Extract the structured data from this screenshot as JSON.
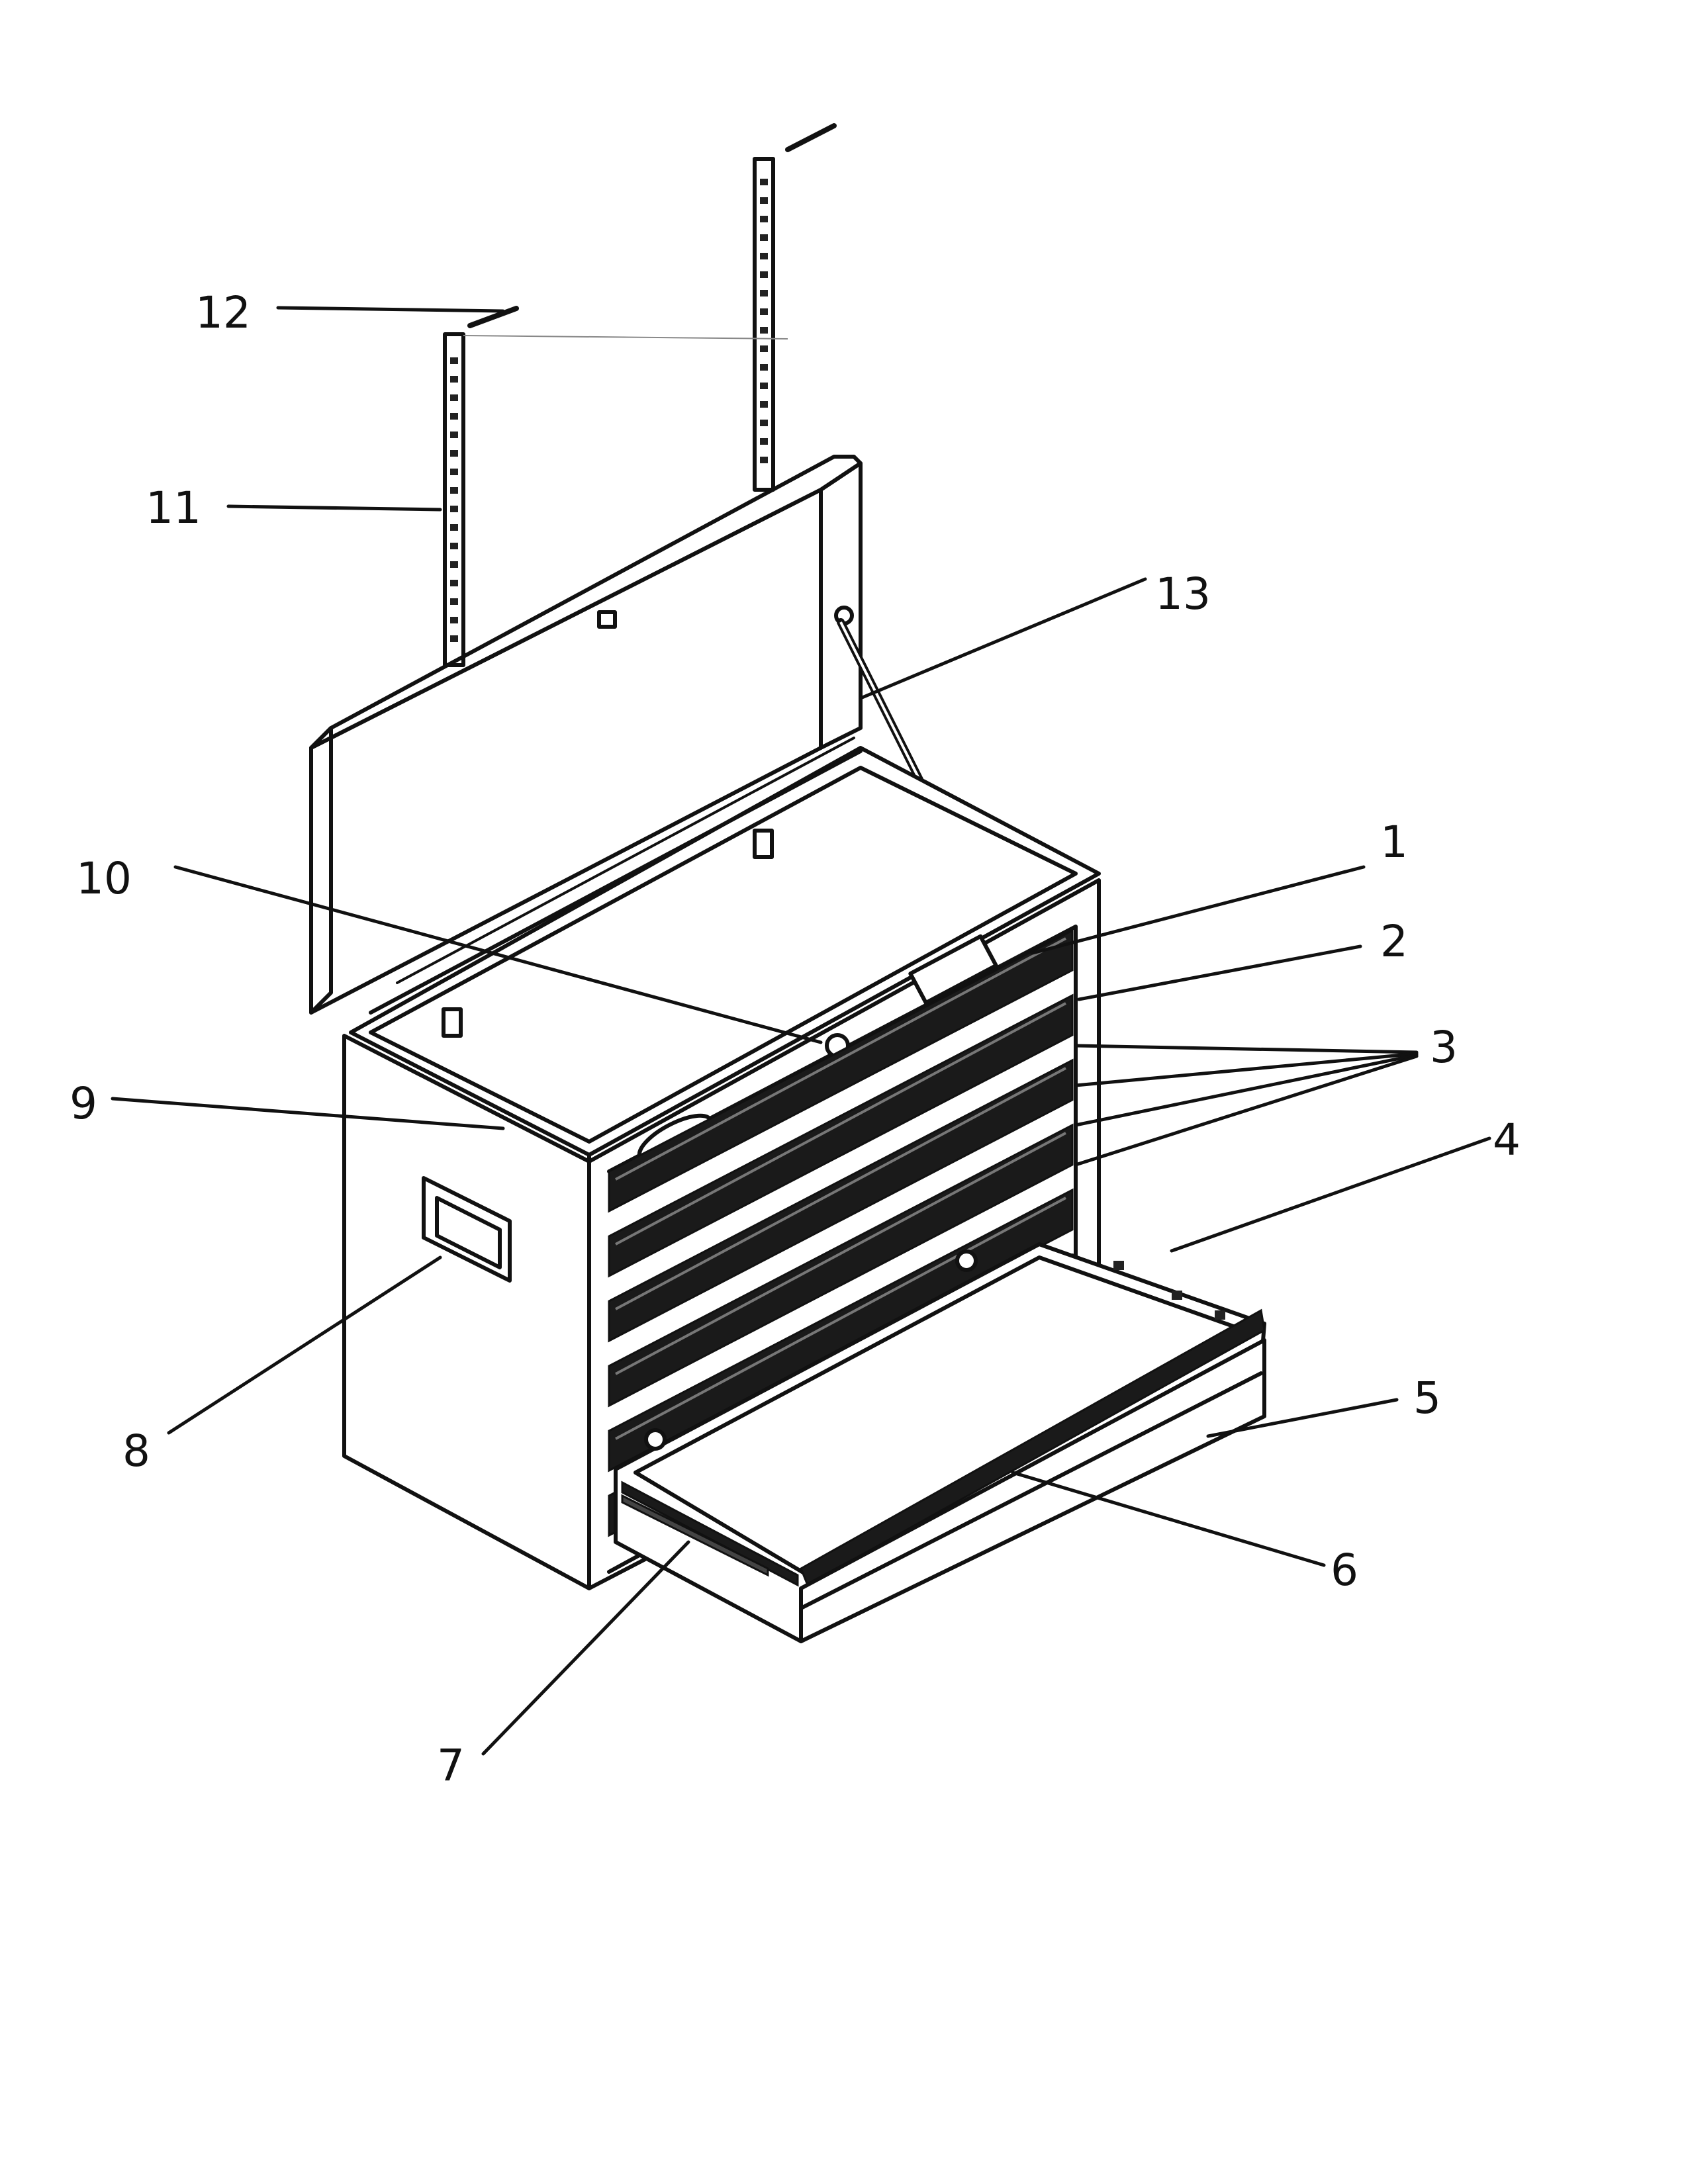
{
  "figure": {
    "labels": [
      {
        "key": "L1",
        "text": "1"
      },
      {
        "key": "L2",
        "text": "2"
      },
      {
        "key": "L3",
        "text": "3"
      },
      {
        "key": "L4",
        "text": "4"
      },
      {
        "key": "L5",
        "text": "5"
      },
      {
        "key": "L6",
        "text": "6"
      },
      {
        "key": "L7",
        "text": "7"
      },
      {
        "key": "L8",
        "text": "8"
      },
      {
        "key": "L9",
        "text": "9"
      },
      {
        "key": "L10",
        "text": "10"
      },
      {
        "key": "L11",
        "text": "11"
      },
      {
        "key": "L12",
        "text": "12"
      },
      {
        "key": "L13",
        "text": "13"
      }
    ]
  }
}
